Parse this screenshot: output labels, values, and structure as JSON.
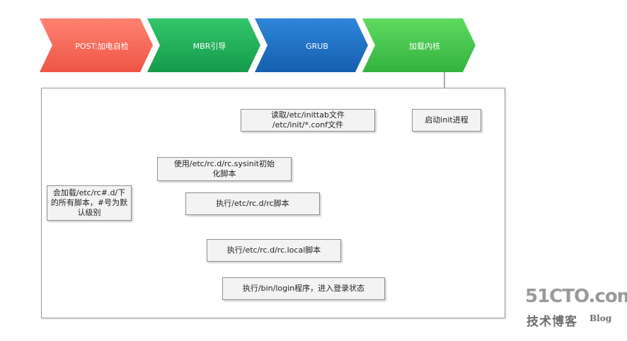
{
  "stages": [
    {
      "label": "POST:加电自检",
      "color": "#f4695a"
    },
    {
      "label": "MBR引导",
      "color": "#1fb45a"
    },
    {
      "label": "GRUB",
      "color": "#1c72c8"
    },
    {
      "label": "加载内核",
      "color": "#3ec54f"
    }
  ],
  "boxes": {
    "start_init": "启动init进程",
    "read_inittab": [
      "读取/etc/inittab文件",
      "/etc/init/*.conf文件"
    ],
    "rc_sysinit": [
      "使用/etc/rc.d/rc.sysinit初始",
      "化脚本"
    ],
    "load_rcd": [
      "会加载/etc/rc#.d/下",
      "的所有脚本，#号为默",
      "认级别"
    ],
    "exec_rc": "执行/etc/rc.d/rc脚本",
    "exec_rc_local": "执行/etc/rc.d/rc.local脚本",
    "exec_login": "执行/bin/login程序，进入登录状态"
  },
  "watermark": {
    "site": "51CTO.com",
    "subtitle": "技术博客",
    "blog": "Blog"
  },
  "colors": {
    "arrow": "#555555",
    "box_fill": "#f3f3f3",
    "box_border": "#8f8f8f"
  }
}
